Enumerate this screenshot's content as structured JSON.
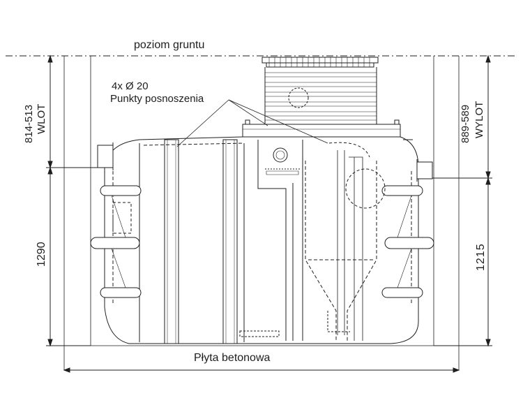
{
  "labels": {
    "ground_level": "poziom gruntu",
    "points_count": "4x",
    "points_diameter": "Ø 20",
    "points_text": "Punkty posnoszenia",
    "inlet_range": "814-513",
    "inlet": "WLOT",
    "outlet_range": "889-589",
    "outlet": "WYLOT",
    "height_left": "1290",
    "height_right": "1215",
    "slab": "Płyta betonowa"
  },
  "colors": {
    "line": "#1e1e1e",
    "background": "#ffffff"
  }
}
